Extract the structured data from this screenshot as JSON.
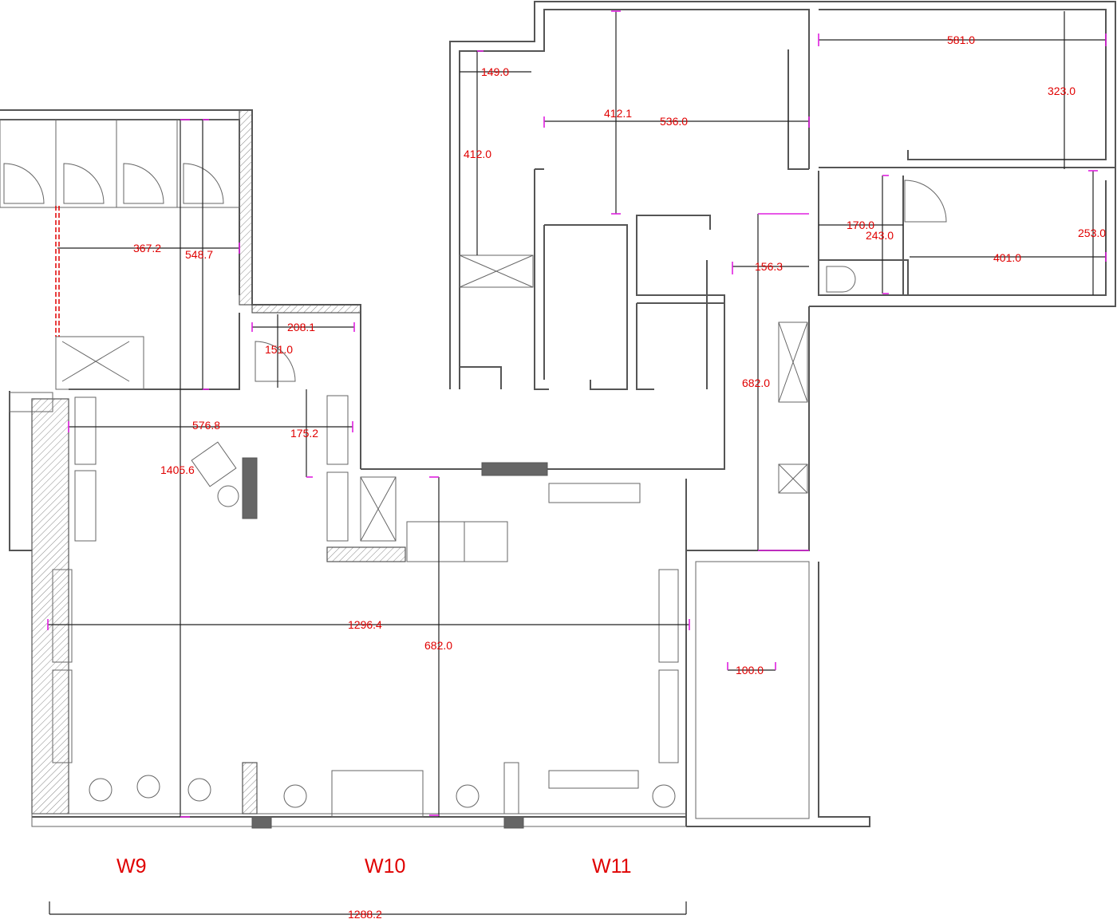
{
  "colors": {
    "dimension_text": "#e00000",
    "tick": "#e020e0",
    "wall": "#555555"
  },
  "dimensions": [
    "149.0",
    "412.0",
    "412.1",
    "536.0",
    "581.0",
    "323.0",
    "170.0",
    "243.0",
    "253.0",
    "401.0",
    "156.3",
    "682.0",
    "367.2",
    "548.7",
    "208.1",
    "151.0",
    "576.8",
    "175.2",
    "1405.6",
    "1296.4",
    "682.0",
    "100.0",
    "1288.2"
  ],
  "windows": [
    "W9",
    "W10",
    "W11"
  ]
}
